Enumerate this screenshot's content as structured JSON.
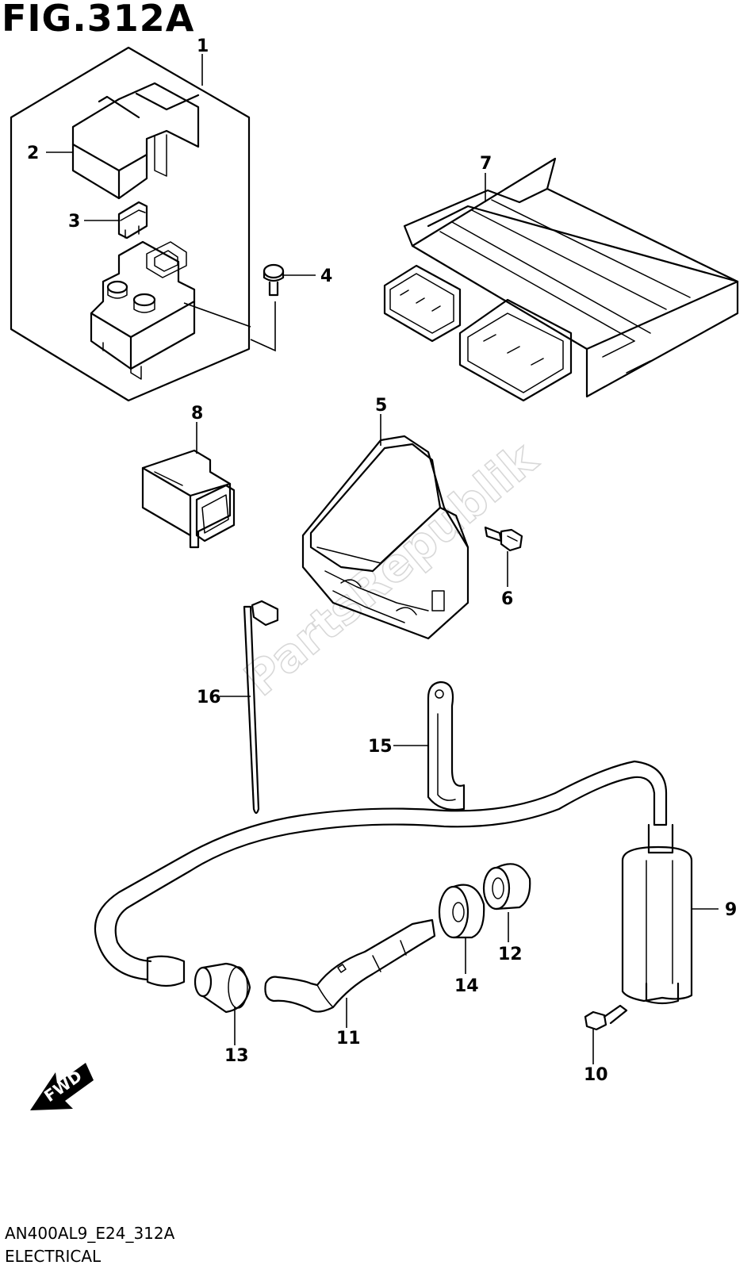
{
  "figure": {
    "title": "FIG.312A",
    "code": "AN400AL9_E24_312A",
    "caption": "ELECTRICAL"
  },
  "watermark": "PartsRepublik",
  "direction_label": "FWD",
  "callouts": {
    "c1": "1",
    "c2": "2",
    "c3": "3",
    "c4": "4",
    "c5": "5",
    "c6": "6",
    "c7": "7",
    "c8": "8",
    "c9": "9",
    "c10": "10",
    "c11": "11",
    "c12": "12",
    "c13": "13",
    "c14": "14",
    "c15": "15",
    "c16": "16"
  }
}
